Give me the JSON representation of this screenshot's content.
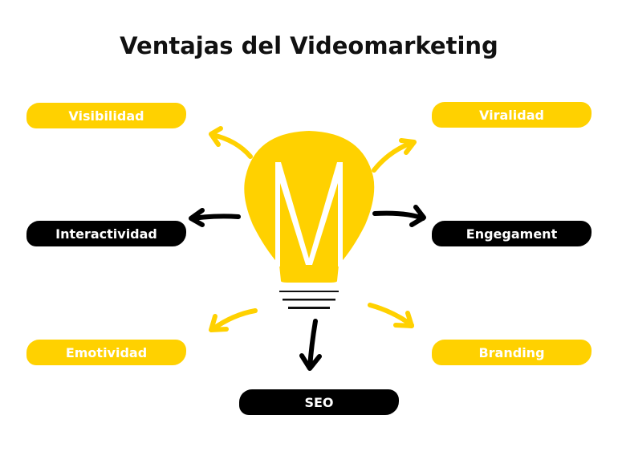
{
  "title": "Ventajas del Videomarketing",
  "center_letter": "M",
  "colors": {
    "yellow": "#FFD100",
    "black": "#000000"
  },
  "labels": {
    "visibilidad": "Visibilidad",
    "viralidad": "Viralidad",
    "interactividad": "Interactividad",
    "engegament": "Engegament",
    "emotividad": "Emotividad",
    "branding": "Branding",
    "seo": "SEO"
  }
}
